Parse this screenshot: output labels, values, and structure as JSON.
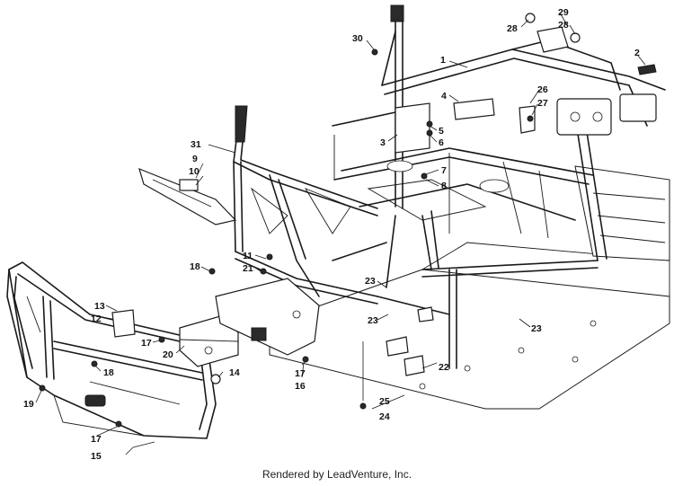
{
  "footer": "Rendered by LeadVenture, Inc.",
  "callouts": {
    "c1": "1",
    "c2": "2",
    "c3": "3",
    "c4": "4",
    "c5": "5",
    "c6": "6",
    "c7": "7",
    "c8": "8",
    "c9": "9",
    "c10": "10",
    "c11": "11",
    "c12": "12",
    "c13": "13",
    "c14": "14",
    "c15": "15",
    "c16": "16",
    "c17a": "17",
    "c17b": "17",
    "c17c": "17",
    "c18a": "18",
    "c18b": "18",
    "c19": "19",
    "c20": "20",
    "c21": "21",
    "c22": "22",
    "c23a": "23",
    "c23b": "23",
    "c23c": "23",
    "c24": "24",
    "c25": "25",
    "c26": "26",
    "c27": "27",
    "c28a": "28",
    "c28b": "28",
    "c29": "29",
    "c30": "30",
    "c31": "31"
  }
}
